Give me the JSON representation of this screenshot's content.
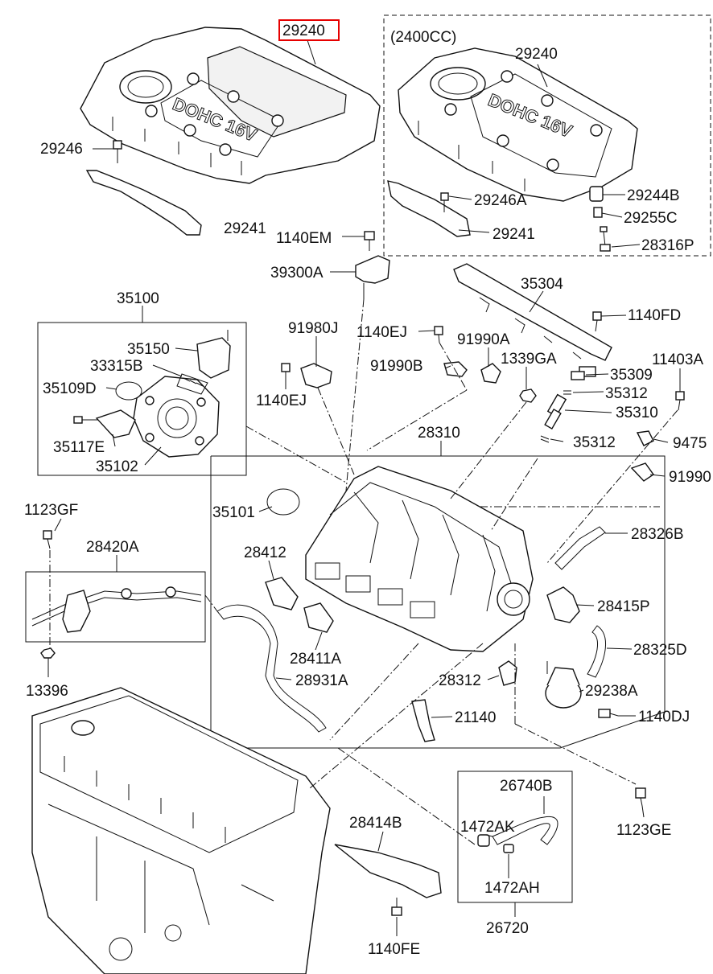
{
  "variant_label": "(2400CC)",
  "highlighted_part": "29240",
  "parts": {
    "p29240_main": "29240",
    "p29240_alt": "29240",
    "p29246": "29246",
    "p29241_left": "29241",
    "p29246A": "29246A",
    "p29241_right": "29241",
    "p29244B": "29244B",
    "p29255C": "29255C",
    "p28316P": "28316P",
    "p1140EM": "1140EM",
    "p39300A": "39300A",
    "p35304": "35304",
    "p1140FD": "1140FD",
    "p35100": "35100",
    "p35150": "35150",
    "p33315B": "33315B",
    "p35109D": "35109D",
    "p35117E": "35117E",
    "p35102": "35102",
    "p91980J": "91980J",
    "p1140EJ_top": "1140EJ",
    "p91990A": "91990A",
    "p91990B": "91990B",
    "p1339GA": "1339GA",
    "p1140EJ_left": "1140EJ",
    "p35309": "35309",
    "p11403A": "11403A",
    "p35312_top": "35312",
    "p35310": "35310",
    "p35312_bottom": "35312",
    "p9475": "9475",
    "p91990": "91990",
    "p28310": "28310",
    "p35101": "35101",
    "p1123GF": "1123GF",
    "p28420A": "28420A",
    "p28412": "28412",
    "p28326B": "28326B",
    "p28415P": "28415P",
    "p28325D": "28325D",
    "p28411A": "28411A",
    "p28931A": "28931A",
    "p28312": "28312",
    "p29238A": "29238A",
    "p13396": "13396",
    "p21140": "21140",
    "p1140DJ": "1140DJ",
    "p1123GE": "1123GE",
    "p26740B": "26740B",
    "p1472AK": "1472AK",
    "p28414B": "28414B",
    "p1472AH": "1472AH",
    "p26720": "26720",
    "p1140FE": "1140FE"
  },
  "engraving": {
    "cover_main": "DOHC 16V",
    "cover_alt": "DOHC 16V"
  }
}
